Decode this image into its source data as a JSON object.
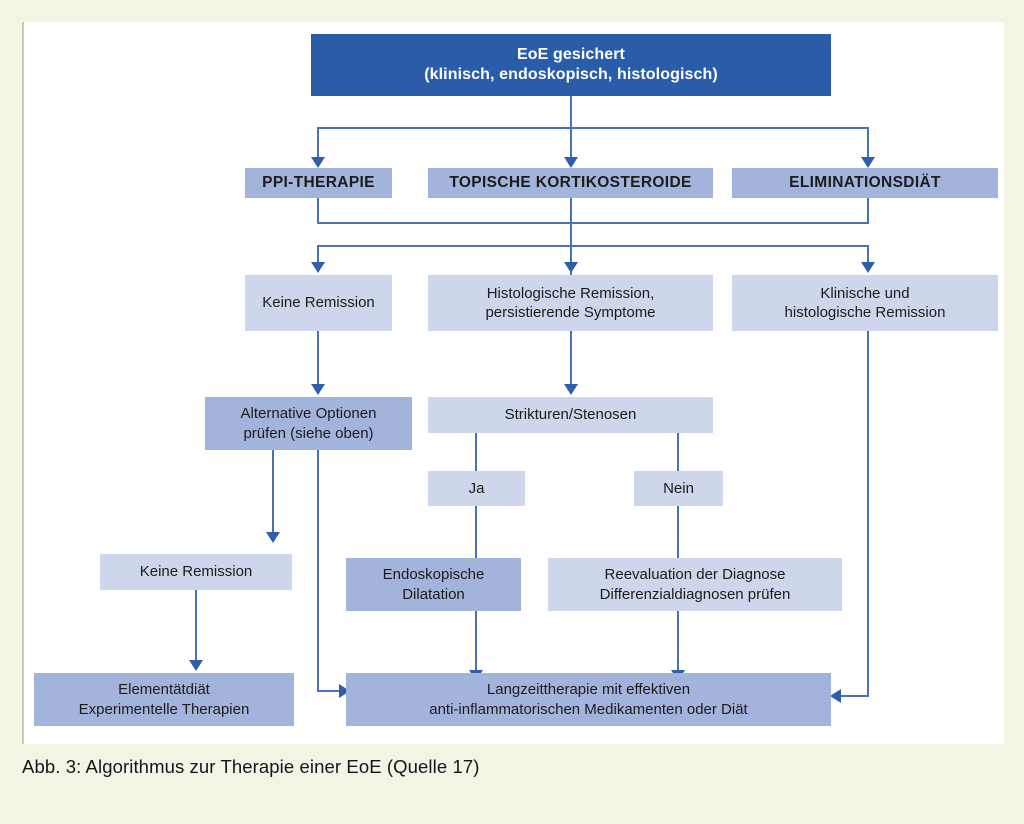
{
  "figure": {
    "caption": "Abb. 3: Algorithmus zur Therapie einer EoE (Quelle 17)",
    "background_color": "#F2F4E4",
    "panel_color": "#FFFFFF"
  },
  "palette": {
    "dark_blue": "#2A5CAA",
    "medium_blue": "#A3B4DC",
    "light_blue": "#CDD6EA",
    "connector_blue": "#4A72B8",
    "arrow_blue": "#2F5FAC"
  },
  "nodes": {
    "root": {
      "line1": "EoE gesichert",
      "line2": "(klinisch, endoskopisch, histologisch)",
      "style": "dark"
    },
    "therapies": [
      {
        "label": "PPI-THERAPIE",
        "style": "medium"
      },
      {
        "label": "TOPISCHE KORTIKOSTEROIDE",
        "style": "medium"
      },
      {
        "label": "ELIMINATIONSDIÄT",
        "style": "medium"
      }
    ],
    "outcomes": [
      {
        "line1": "Keine Remission",
        "line2": "",
        "style": "light"
      },
      {
        "line1": "Histologische Remission,",
        "line2": "persistierende Symptome",
        "style": "light"
      },
      {
        "line1": "Klinische und",
        "line2": "histologische Remission",
        "style": "light"
      }
    ],
    "alternative_options": {
      "line1": "Alternative Optionen",
      "line2": "prüfen (siehe oben)",
      "style": "medium"
    },
    "strictures": {
      "line1": "Strikturen/Stenosen",
      "line2": "",
      "style": "light"
    },
    "decision_yes": {
      "label": "Ja",
      "style": "light"
    },
    "decision_no": {
      "label": "Nein",
      "style": "light"
    },
    "no_remission_2": {
      "line1": "Keine Remission",
      "line2": "",
      "style": "light"
    },
    "dilatation": {
      "line1": "Endoskopische",
      "line2": "Dilatation",
      "style": "medium"
    },
    "reevaluation": {
      "line1": "Reevaluation der Diagnose",
      "line2": "Differenzialdiagnosen prüfen",
      "style": "light"
    },
    "elemental_diet": {
      "line1": "Elementätdiät",
      "line2": "Experimentelle Therapien",
      "style": "medium"
    },
    "long_term": {
      "line1": "Langzeittherapie mit effektiven",
      "line2": "anti-inflammatorischen Medikamenten oder Diät",
      "style": "medium"
    }
  }
}
